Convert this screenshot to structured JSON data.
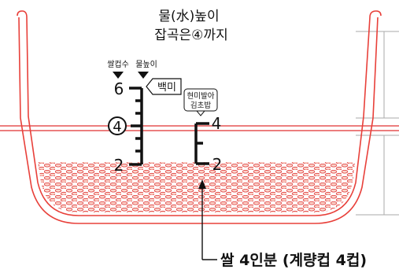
{
  "title": {
    "line1": "물(水)높이",
    "line2": "잡곡은④까지"
  },
  "labels": {
    "rice_cup": "쌀컵수",
    "water_level": "물높이",
    "white_rice": "백미",
    "brown_rice_line1": "현미발아",
    "brown_rice_line2": "김초밥",
    "caption": "쌀 4인분 (계량컵 4컵)"
  },
  "left_scale": {
    "top": "6",
    "mid": "4",
    "bottom": "2"
  },
  "right_scale": {
    "top": "4",
    "bottom": "2"
  },
  "colors": {
    "water_line": "#e03030",
    "rice_fill": "#f0a090",
    "rice_grain_stroke": "#e04040",
    "pot_outline": "#e8403a",
    "ink": "#111111",
    "guide_gray": "#aaaaaa"
  }
}
